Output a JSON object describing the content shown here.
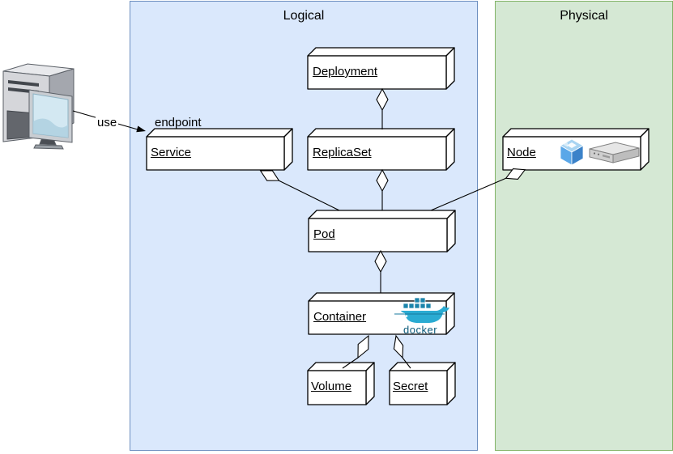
{
  "regions": {
    "logical": {
      "label": "Logical",
      "fill": "#dae8fc",
      "border": "#6c8ebf"
    },
    "physical": {
      "label": "Physical",
      "fill": "#d5e8d4",
      "border": "#82b366"
    }
  },
  "nodes": {
    "deployment": {
      "label": "Deployment"
    },
    "service": {
      "label": "Service"
    },
    "replicaset": {
      "label": "ReplicaSet"
    },
    "node": {
      "label": "Node"
    },
    "pod": {
      "label": "Pod"
    },
    "container": {
      "label": "Container"
    },
    "volume": {
      "label": "Volume"
    },
    "secret": {
      "label": "Secret"
    }
  },
  "edge_labels": {
    "use": "use",
    "endpoint": "endpoint"
  },
  "logos": {
    "docker_wordmark": "docker"
  },
  "icons": [
    {
      "name": "desktop-computer-icon",
      "meaning": "client computer"
    },
    {
      "name": "virtualbox-cube-icon",
      "meaning": "virtual machine"
    },
    {
      "name": "rack-server-icon",
      "meaning": "physical server"
    },
    {
      "name": "docker-whale-icon",
      "meaning": "docker runtime"
    },
    {
      "name": "aggregation-diamond",
      "meaning": "UML aggregation"
    }
  ],
  "colors": {
    "box_fill": "#ffffff",
    "box_stroke": "#000000",
    "docker_blue": "#2aabd2",
    "docker_dark": "#1b84ab",
    "vbox_blue": "#5aa7e8"
  }
}
